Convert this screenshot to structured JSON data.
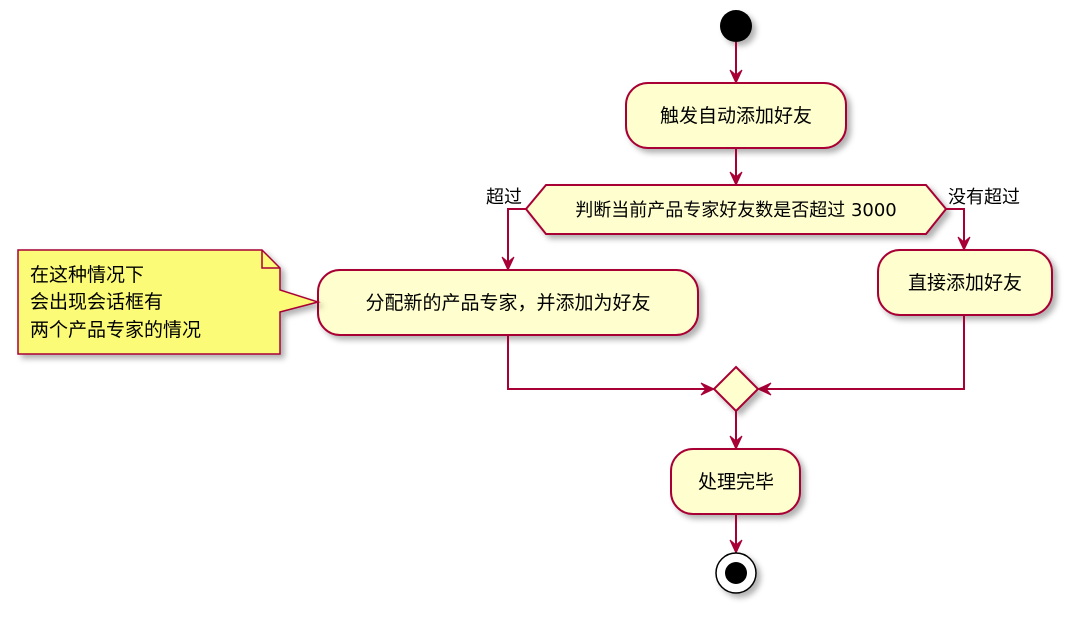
{
  "colors": {
    "node_fill": "#FEFECE",
    "border": "#A80036",
    "note_fill": "#FBFB77"
  },
  "nodes": {
    "trigger": "触发自动添加好友",
    "decision": "判断当前产品专家好友数是否超过 3000",
    "branch_yes_label": "超过",
    "branch_no_label": "没有超过",
    "assign": "分配新的产品专家，并添加为好友",
    "direct_add": "直接添加好友",
    "done": "处理完毕"
  },
  "note": {
    "lines": [
      "在这种情况下",
      "会出现会话框有",
      "两个产品专家的情况"
    ]
  }
}
